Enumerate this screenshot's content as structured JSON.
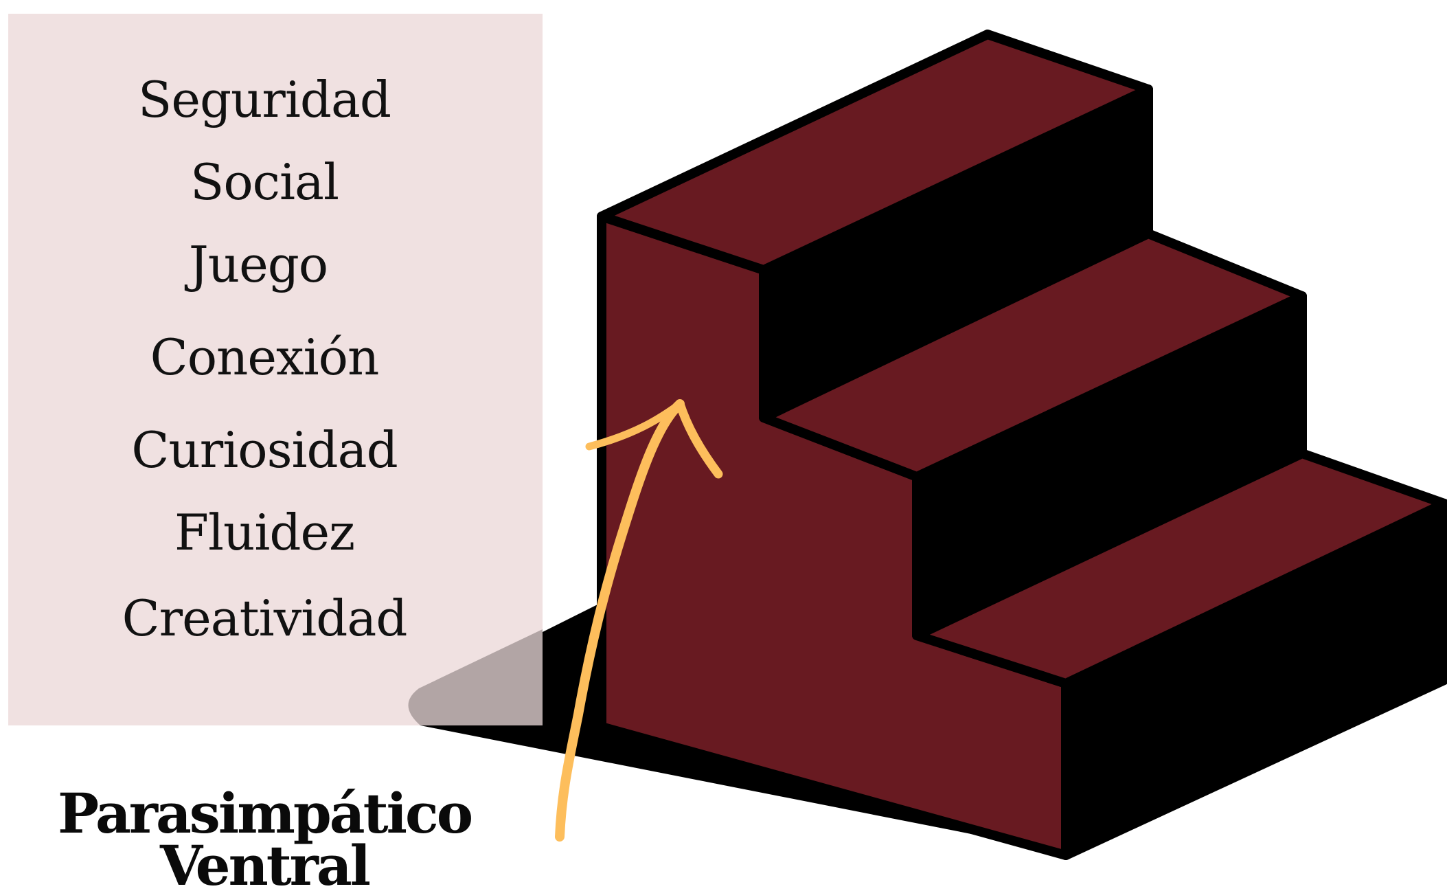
{
  "words": [
    "Seguridad",
    "Social",
    "Juego",
    "Conexión",
    "Curiosidad",
    "Fluidez",
    "Creatividad"
  ],
  "title": {
    "line1": "Parasimpático",
    "line2": "Ventral"
  },
  "colors": {
    "panel": "#f0e1e1",
    "step_face": "#681a21",
    "step_side": "#000000",
    "arrow": "#fdbe5c",
    "shadow_overlap": "#b2a5a5"
  }
}
